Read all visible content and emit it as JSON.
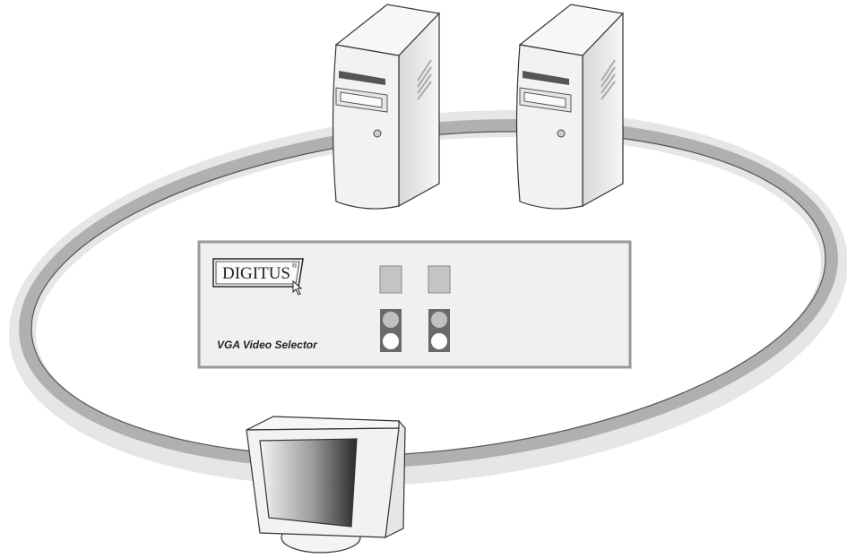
{
  "diagram": {
    "switch": {
      "brand": "DIGITUS",
      "registered_mark": "®",
      "model_label": "VGA Video Selector",
      "button_count": 2
    },
    "colors": {
      "cable": "#b4b4b4",
      "panel": "#f0f0f0",
      "button": "#c4c4c4",
      "led_housing": "#6a6a6a"
    }
  }
}
